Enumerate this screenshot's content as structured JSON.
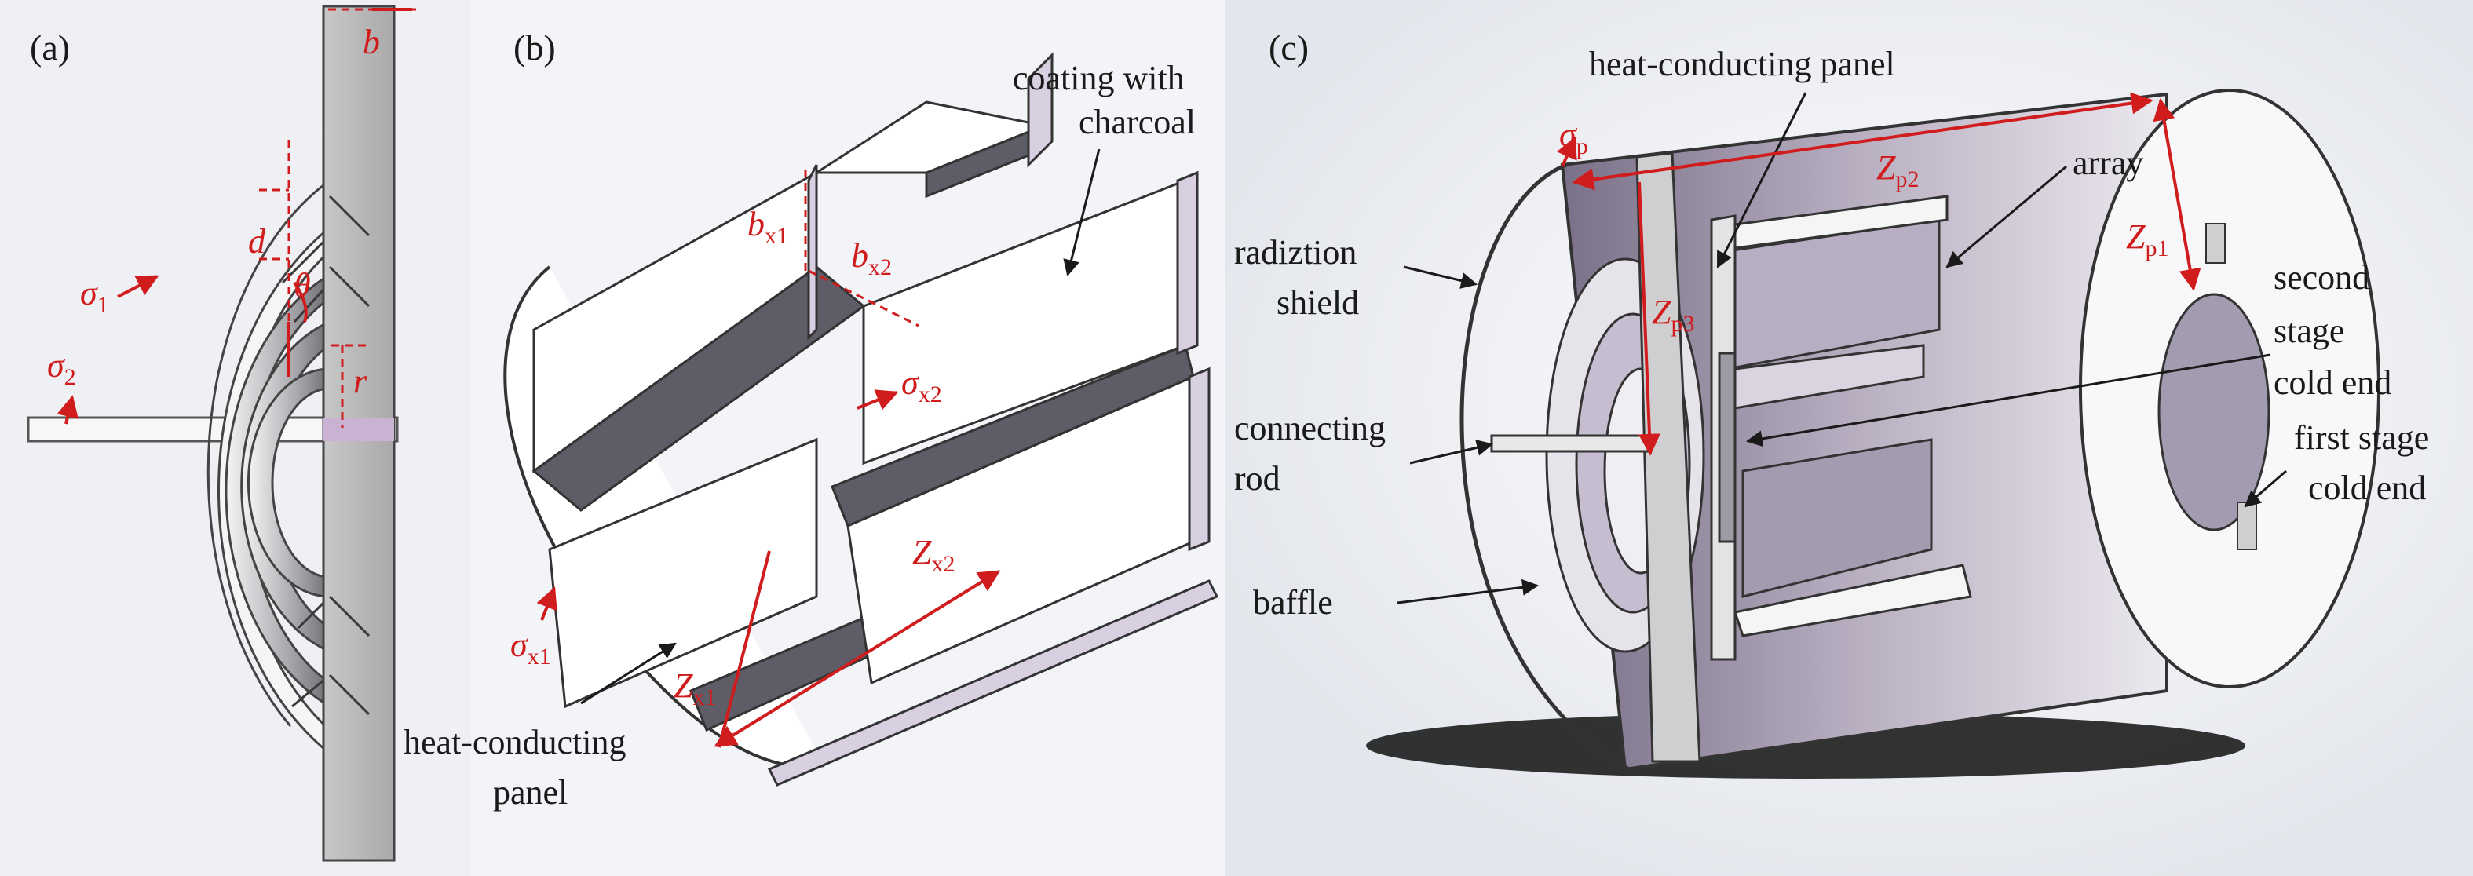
{
  "panels": {
    "a": {
      "label": "(a)",
      "symbols": {
        "b": "b",
        "d": "d",
        "theta": "θ",
        "r": "r",
        "sigma1": {
          "base": "σ",
          "sub": "1"
        },
        "sigma2": {
          "base": "σ",
          "sub": "2"
        }
      }
    },
    "b": {
      "label": "(b)",
      "annotations": {
        "coating_line1": "coating with",
        "coating_line2": "charcoal",
        "panel_line1": "heat-conducting",
        "panel_line2": "panel"
      },
      "symbols": {
        "bx1": {
          "base": "b",
          "sub": "x1"
        },
        "bx2": {
          "base": "b",
          "sub": "x2"
        },
        "sigmax2": {
          "base": "σ",
          "sub": "x2"
        },
        "sigmax1": {
          "base": "σ",
          "sub": "x1"
        },
        "zx2": {
          "base": "Z",
          "sub": "x2"
        },
        "zx1": {
          "base": "Z",
          "sub": "x1"
        }
      }
    },
    "c": {
      "label": "(c)",
      "annotations": {
        "heat_panel": "heat-conducting panel",
        "array": "array",
        "shield_line1": "radiztion",
        "shield_line2": "shield",
        "second_line1": "second",
        "second_line2": "stage",
        "second_line3": "cold end",
        "rod_line1": "connecting",
        "rod_line2": "rod",
        "first_line1": "first stage",
        "first_line2": "cold end",
        "baffle": "baffle"
      },
      "symbols": {
        "sigmap": {
          "base": "σ",
          "sub": "p"
        },
        "zp2": {
          "base": "Z",
          "sub": "p2"
        },
        "zp1": {
          "base": "Z",
          "sub": "p1"
        },
        "zp3": {
          "base": "Z",
          "sub": "p3"
        }
      }
    }
  },
  "colors": {
    "annotation_red": "#d01c1c",
    "steel_gray": "#b8b8b8",
    "shield_purple": "#8a809a",
    "coating_dark": "#5e5c66"
  }
}
